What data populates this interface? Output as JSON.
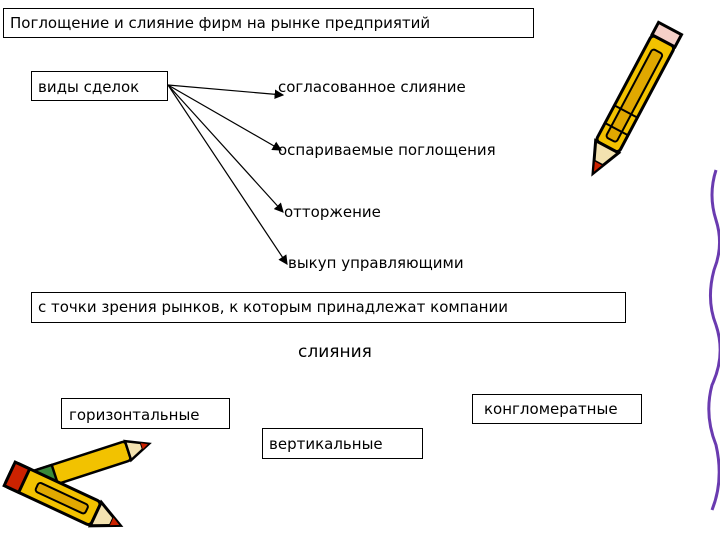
{
  "title": "Поглощение и слияние  фирм на рынке предприятий",
  "deal_types": {
    "label": "виды сделок",
    "items": [
      "согласованное слияние",
      "оспариваемые поглощения",
      "отторжение",
      "выкуп управляющими"
    ]
  },
  "market_criterion": "с точки зрения рынков, к которым принадлежат компании",
  "mergers": {
    "heading": "слияния",
    "types": [
      "горизонтальные",
      "конгломератные",
      "вертикальные"
    ]
  },
  "icons": [
    "pencil-icon",
    "pencils-icon"
  ],
  "colors": {
    "line": "#000000",
    "pencil_body": "#f2c200",
    "pencil_outline": "#000000",
    "tip_red": "#cc2200",
    "cap_green": "#3a8a3a"
  }
}
